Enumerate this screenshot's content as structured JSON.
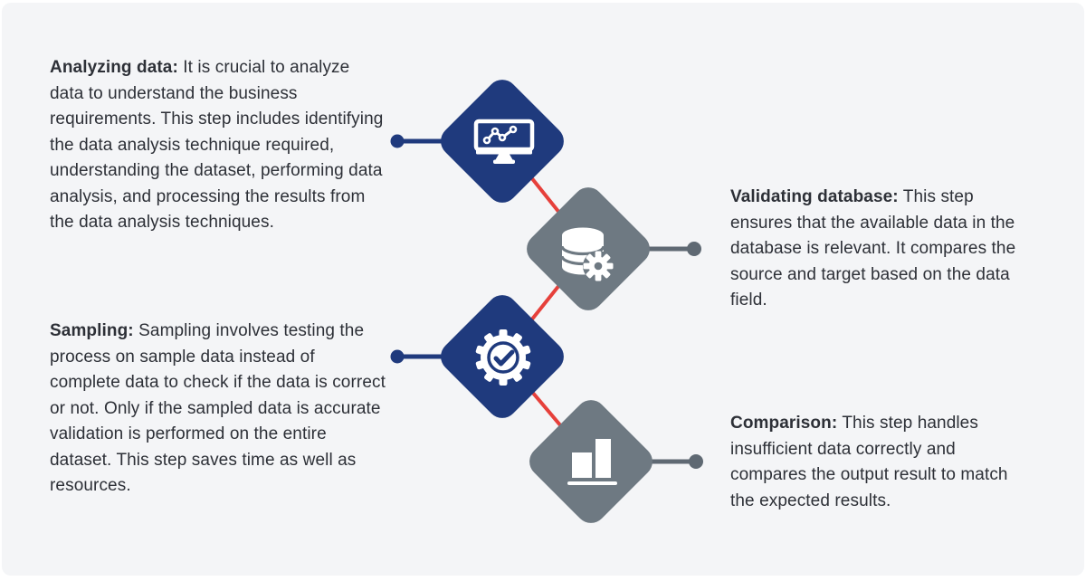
{
  "title": "Data validation process infographic",
  "colors": {
    "background": "#f4f5f7",
    "blue": "#1f3a7d",
    "gray": "#6e7982",
    "gray_connector": "#5f6973",
    "red": "#e6403b",
    "text": "#2d3037",
    "icon_white": "#ffffff"
  },
  "steps": [
    {
      "title": "Analyzing data:",
      "body": "It is crucial to analyze data to understand the business requirements. This step includes identifying the data analysis technique required, understanding the dataset, performing data analysis, and processing the results from the data analysis techniques.",
      "side": "left",
      "icon": "monitor-line-chart-icon",
      "shape": "diamond",
      "shape_color": "#1f3a7d"
    },
    {
      "title": "Validating database:",
      "body": "This step ensures that the available data in the database is relevant. It compares the source and target based on the data field.",
      "side": "right",
      "icon": "database-gear-icon",
      "shape": "diamond",
      "shape_color": "#6e7982"
    },
    {
      "title": "Sampling:",
      "body": "Sampling involves testing the process on sample data instead of complete data to check if the data is correct or not. Only if the sampled data is accurate validation is performed on the entire dataset. This step saves time as well as resources.",
      "side": "left",
      "icon": "gear-check-icon",
      "shape": "diamond",
      "shape_color": "#1f3a7d"
    },
    {
      "title": "Comparison:",
      "body": "This step handles insufficient data correctly and compares the output result to match the expected results.",
      "side": "right",
      "icon": "bar-chart-icon",
      "shape": "diamond",
      "shape_color": "#6e7982"
    }
  ]
}
